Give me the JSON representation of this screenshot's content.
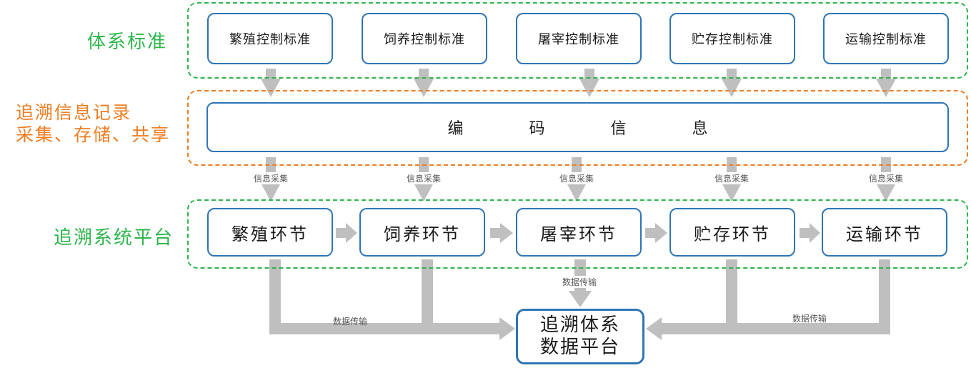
{
  "row_labels": {
    "standards": "体系标准",
    "records_line1": "追溯信息记录",
    "records_line2": "采集、存储、共享",
    "platform": "追溯系统平台"
  },
  "standards": [
    "繁殖控制标准",
    "饲养控制标准",
    "屠宰控制标准",
    "贮存控制标准",
    "运输控制标准"
  ],
  "coding_info": "编码信息",
  "collection_label": "信息采集",
  "stages": [
    "繁殖环节",
    "饲养环节",
    "屠宰环节",
    "贮存环节",
    "运输环节"
  ],
  "transmission_label": "数据传输",
  "platform": {
    "line1": "追溯体系",
    "line2": "数据平台"
  },
  "colors": {
    "green_group": "#2DB54B",
    "orange_group": "#EE7D22",
    "box_border": "#2E75B6",
    "arrow": "#BFBFBF"
  }
}
